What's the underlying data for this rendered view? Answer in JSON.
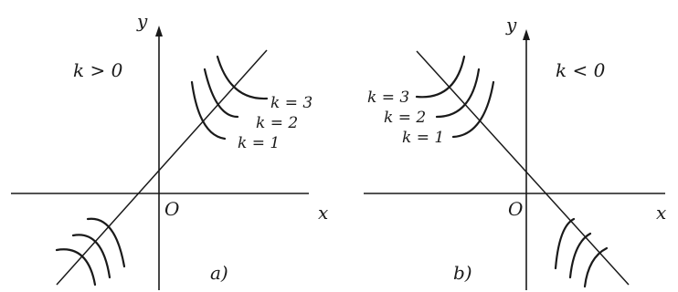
{
  "panels": [
    {
      "id": "a",
      "condition": "k > 0",
      "y_axis": "y",
      "x_axis": "x",
      "origin": "O",
      "caption": "a)",
      "curve_labels": [
        "k = 3",
        "k = 2",
        "k = 1"
      ]
    },
    {
      "id": "b",
      "condition": "k < 0",
      "y_axis": "y",
      "x_axis": "x",
      "origin": "O",
      "caption": "b)",
      "curve_labels": [
        "k = 3",
        "k = 2",
        "k = 1"
      ]
    }
  ]
}
